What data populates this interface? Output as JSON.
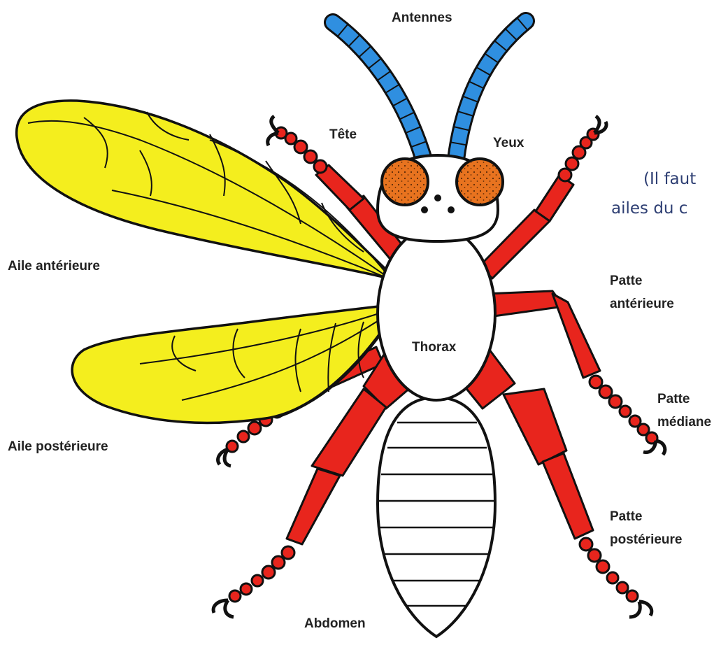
{
  "labels": {
    "antennes": "Antennes",
    "tete": "Tête",
    "yeux": "Yeux",
    "aile_anterieure": "Aile antérieure",
    "aile_posterieure": "Aile postérieure",
    "patte_anterieure": [
      "Patte",
      "antérieure"
    ],
    "thorax": "Thorax",
    "patte_mediane": [
      "Patte",
      "médiane"
    ],
    "patte_posterieure": [
      "Patte",
      "postérieure"
    ],
    "abdomen": "Abdomen"
  },
  "note": [
    "(Il faut",
    "ailes du c"
  ],
  "colors": {
    "antennae": "#2f8fe0",
    "eyes": "#e8731f",
    "legs": "#e8251d",
    "wings": "#f4ee1e",
    "body": "#ffffff",
    "outline": "#111111",
    "note_text": "#2e3f73"
  }
}
